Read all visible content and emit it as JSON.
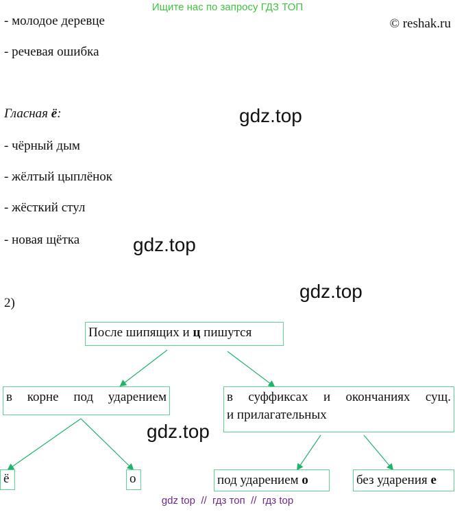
{
  "banner": "Ищите нас по запросу ГДЗ ТОП",
  "copyright": "© reshak.ru",
  "lines_top": [
    "- молодое деревце",
    "- речевая ошибка"
  ],
  "heading_prefix": "Гласная ",
  "heading_letter": "ё",
  "heading_suffix": ":",
  "lines_yo": [
    "- чёрный дым",
    "- жёлтый цыплёнок",
    "- жёсткий стул",
    "- новая щётка"
  ],
  "watermarks": [
    "gdz.top",
    "gdz.top",
    "gdz.top",
    "gdz.top"
  ],
  "task_number": "2)",
  "diagram": {
    "root_pre": "После шипящих и ",
    "root_bold": "ц",
    "root_post": " пишутся",
    "left_words": [
      "в",
      "корне",
      "под",
      "ударением"
    ],
    "right_line1_words": [
      "в",
      "суффиксах",
      "и",
      "окончаниях",
      "сущ."
    ],
    "right_line2": "и прилагательных",
    "leaf_yo": "ё",
    "leaf_o": "о",
    "stressed_pre": "под ударением ",
    "stressed_bold": "о",
    "unstressed_pre": "без ударения ",
    "unstressed_bold": "е",
    "arrow_color": "#1fb36b",
    "border_color": "#5dd18f"
  },
  "footer": "gdz top  //  гдз топ  //  гдз top"
}
